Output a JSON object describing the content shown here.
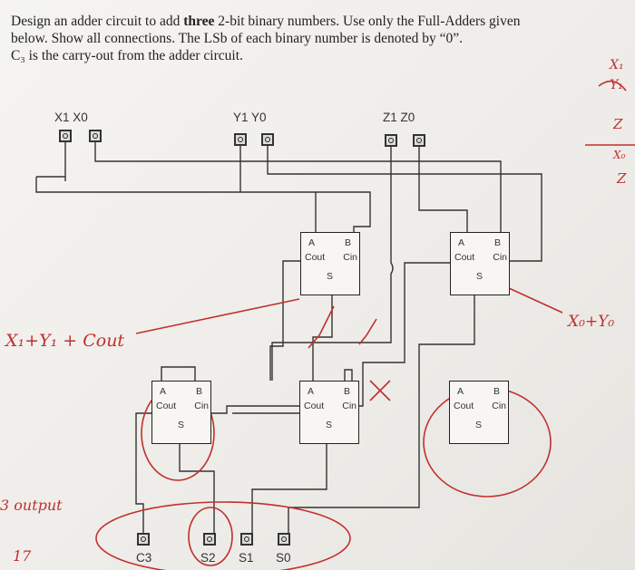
{
  "problem": {
    "line1_pre": "Design an adder circuit to add ",
    "line1_bold": "three",
    "line1_post": " 2-bit binary numbers. Use only the Full-Adders given",
    "line2": "below. Show all connections. The LSb of each binary number is denoted by “0”.",
    "line3": "C₃ is the carry-out from the adder circuit."
  },
  "inputs": {
    "x_label": "X1  X0",
    "y_label": "Y1  Y0",
    "z_label": "Z1  Z0"
  },
  "full_adder": {
    "a": "A",
    "b": "B",
    "cout": "Cout",
    "cin": "Cin",
    "s": "S"
  },
  "outputs": [
    "C3",
    "S2",
    "S1",
    "S0"
  ],
  "annotations": {
    "x1y1": "X₁+Y₁ + Cout",
    "x0y0": "X₀+Y₀",
    "output_note_1": "3 output",
    "output_note_2": "17",
    "margin_notes": [
      "X₁",
      "Y₁",
      "Z",
      "X₀",
      "Z"
    ]
  },
  "colors": {
    "ink": "#222222",
    "pen_red": "#c0302e"
  }
}
